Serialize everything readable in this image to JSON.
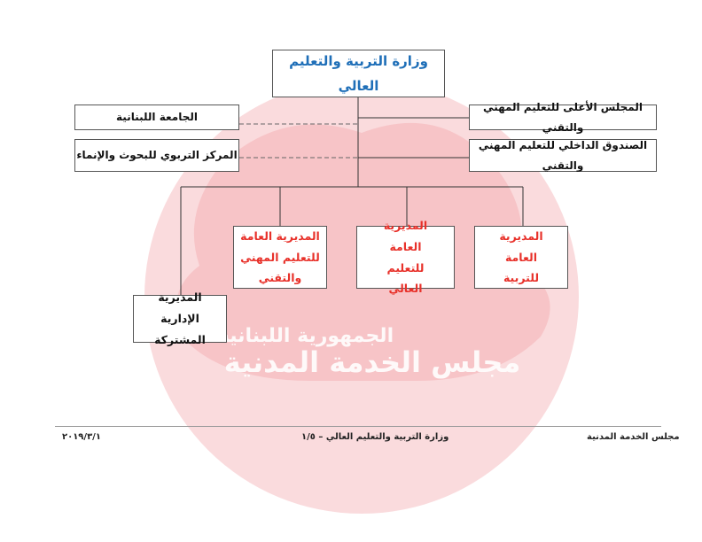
{
  "org_chart": {
    "root": "وزارة التربية والتعليم العالي",
    "affiliated_left": [
      "الجامعة اللبنانية",
      "المركز التربوي للبحوث والإنماء"
    ],
    "affiliated_right": [
      "المجلس الأعلى للتعليم المهني والتقني",
      "الصندوق الداخلي للتعليم المهني والتقني"
    ],
    "directorates": [
      "المديرية العامة للتربية",
      "المديرية العامة للتعليم العالي",
      "المديرية العامة للتعليم المهني والتقني"
    ],
    "admin_directorate": "المديرية الإدارية المشتركة"
  },
  "watermark": {
    "line1": "الجمهورية اللبنانية",
    "line2": "مجلس الخدمة المدنية"
  },
  "footer": {
    "left": "٢٠١٩/٣/١",
    "center": "وزارة التربية والتعليم العالي – ١/٥",
    "right": "مجلس الخدمة المدنية"
  },
  "colors": {
    "title": "#1f6fb8",
    "directorate_text": "#e8312a",
    "watermark": "#f7c3c5"
  }
}
